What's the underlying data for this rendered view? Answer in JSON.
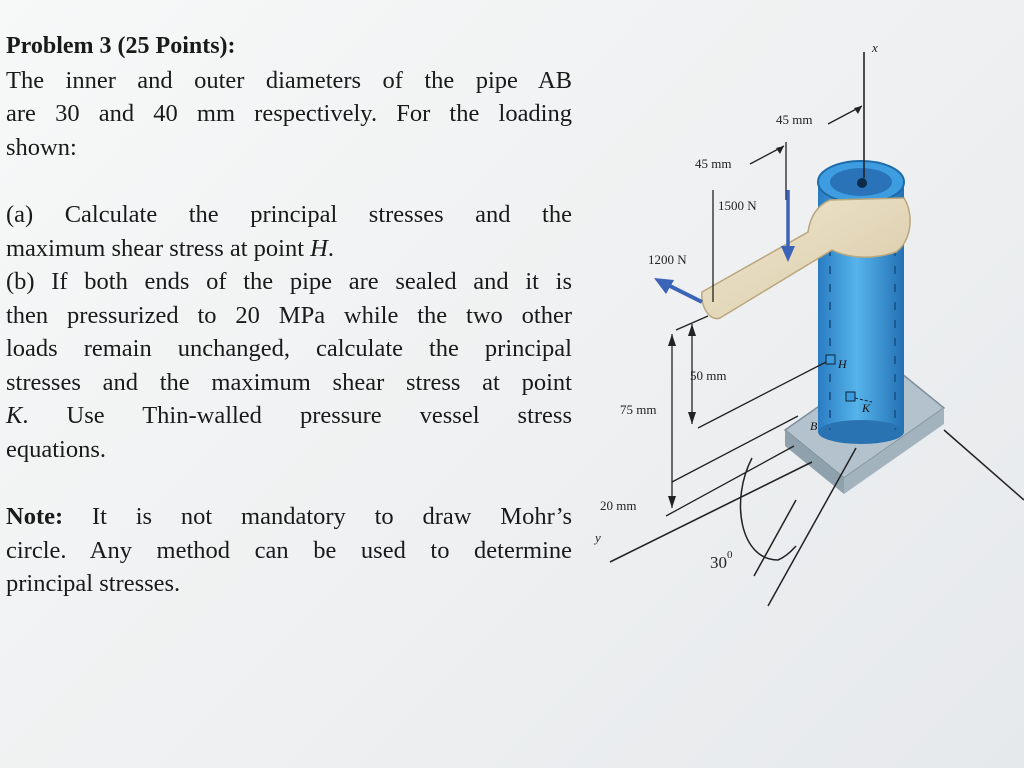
{
  "problem": {
    "title": "Problem 3 (25 Points):",
    "intro": [
      "The inner and outer diameters of the pipe AB",
      "are 30 and 40 mm respectively. For the loading",
      "shown:"
    ],
    "part_a": [
      "(a) Calculate the principal stresses and the",
      "maximum shear stress at point ",
      "H",
      "."
    ],
    "part_b": [
      "(b) If both ends of the pipe are sealed and it is",
      "then pressurized to 20 MPa while the two other",
      "loads remain unchanged, calculate the principal",
      "stresses and the maximum shear stress at point",
      "K",
      ". Use Thin-walled pressure vessel stress",
      "equations."
    ],
    "note": {
      "label": "Note:",
      "lines": [
        " It is not mandatory to draw Mohr’s",
        "circle. Any method can be used to determine",
        "principal stresses."
      ]
    }
  },
  "figure": {
    "labels": {
      "x_axis": "x",
      "y_axis": "y",
      "dim_45_top": "45 mm",
      "dim_45_mid": "45 mm",
      "force_1500": "1500 N",
      "force_1200": "1200 N",
      "dim_50": "50 mm",
      "dim_75": "75 mm",
      "dim_20": "20 mm",
      "angle": "30",
      "angle_deg": "0",
      "point_h": "H",
      "point_k": "K",
      "point_b": "B"
    },
    "colors": {
      "pipe": "#3c9ad8",
      "pipe_top": "#2c7dc0",
      "bracket": "#e9dcbf",
      "base": "#9fb1bd",
      "arrow": "#3b63b8"
    }
  }
}
